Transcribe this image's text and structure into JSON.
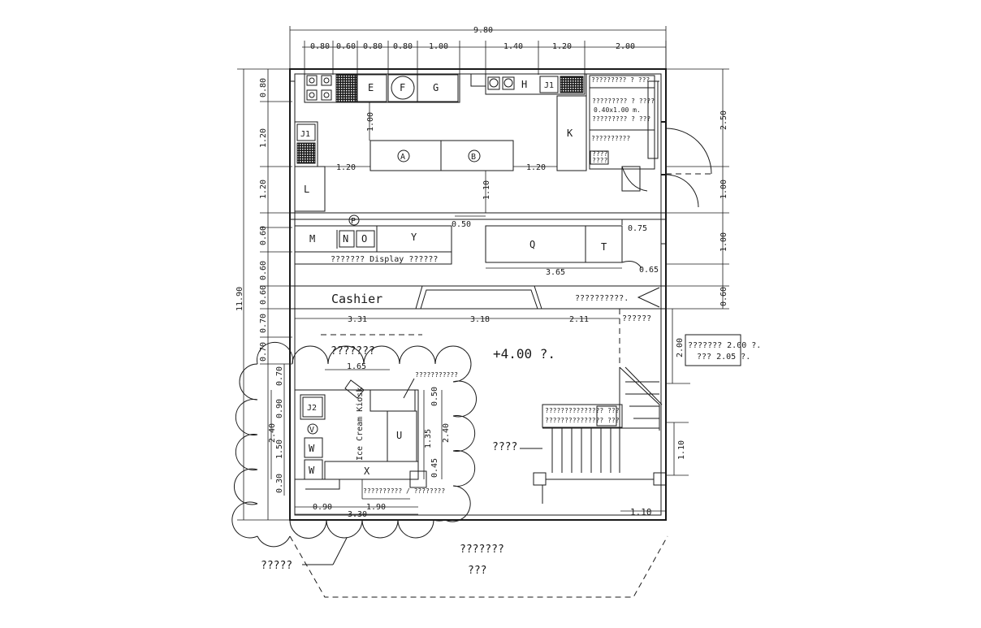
{
  "dimensions": {
    "top_total": "9.80",
    "top_segments": [
      "0.80",
      "0.60",
      "0.80",
      "0.80",
      "1.00",
      "1.40",
      "1.20",
      "2.00"
    ],
    "left_total": "11.90",
    "left_segments": [
      "0.80",
      "1.20",
      "1.20",
      "0.60",
      "0.60",
      "0.60",
      "0.70",
      "0.70"
    ],
    "right_segments": [
      "2.50",
      "1.00",
      "1.00",
      "0.60"
    ],
    "internal": {
      "a_to_left": "1.20",
      "b_to_k": "1.20",
      "counter_depth": "1.00",
      "aisle": "1.10",
      "gap": "0.50",
      "q_length": "3.65",
      "q_right": "0.75",
      "t_right": "0.65",
      "bottom_left": "3.31",
      "bottom_mid": "3.18",
      "bottom_right": "2.11",
      "kiosk_width": "1.65",
      "kiosk_height_left": "2.40",
      "kiosk_seg1": "0.70",
      "kiosk_seg2": "0.90",
      "kiosk_seg3": "1.50",
      "kiosk_seg4": "0.30",
      "kiosk_inner_h": "0.50",
      "kiosk_inner_h2": "1.35",
      "kiosk_inner_h3": "0.45",
      "kiosk_right_h": "2.40",
      "kiosk_bottom_1": "0.90",
      "kiosk_bottom_2": "1.90",
      "kiosk_bottom_total": "3.30",
      "stair_side": "2.00",
      "stair_bottom": "1.10",
      "stair_bottom_w": "1.10"
    }
  },
  "labels": {
    "a": "A",
    "b": "B",
    "p": "P",
    "v": "V",
    "e": "E",
    "f": "F",
    "g": "G",
    "h": "H",
    "k": "K",
    "l": "L",
    "m": "M",
    "n": "N",
    "o": "O",
    "y": "Y",
    "q": "Q",
    "t": "T",
    "u": "U",
    "w1": "W",
    "w2": "W",
    "x": "X",
    "j1a": "J1",
    "j1b": "J1",
    "j2": "J2",
    "display": "??????? Display ??????",
    "cashier": "Cashier",
    "level": "+4.00 ?.",
    "kiosk": "Ice Cream Kiosk",
    "kiosk_label_top": "???????",
    "kiosk_callout": "???????????",
    "kiosk_bottom_text": "?????????? / ????????",
    "floor_text": "????",
    "outside_left": "?????",
    "outside_mid": "???????",
    "outside_mid2": "???",
    "cashier_right": "??????????.",
    "cashier_right2": "??????",
    "stair_note": "??????? 2.00 ?.",
    "stair_note2": "??? 2.05 ?.",
    "stair_table1": "??????????????? ???",
    "stair_table2": "??????????????? ???",
    "shelf1": "????????? ? ???",
    "shelf2": "????????? ? ????",
    "shelf3": "0.40x1.00 m.",
    "shelf4": "????????? ? ???",
    "shelf5": "??????????",
    "shelf6": "????",
    "shelf7": "????"
  }
}
